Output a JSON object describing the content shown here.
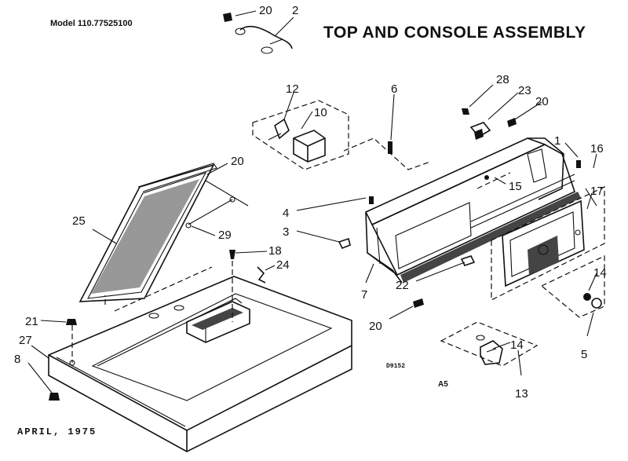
{
  "header": {
    "model": "Model 110.77525100",
    "title": "TOP AND CONSOLE ASSEMBLY"
  },
  "footer": {
    "date": "APRIL, 1975",
    "drawing_code": "D9152",
    "revision": "A5"
  },
  "callouts": [
    "20",
    "2",
    "12",
    "10",
    "6",
    "28",
    "23",
    "20",
    "1",
    "16",
    "15",
    "17",
    "20",
    "25",
    "4",
    "3",
    "29",
    "18",
    "24",
    "22",
    "7",
    "20",
    "14",
    "21",
    "27",
    "8",
    "14",
    "13",
    "5"
  ]
}
